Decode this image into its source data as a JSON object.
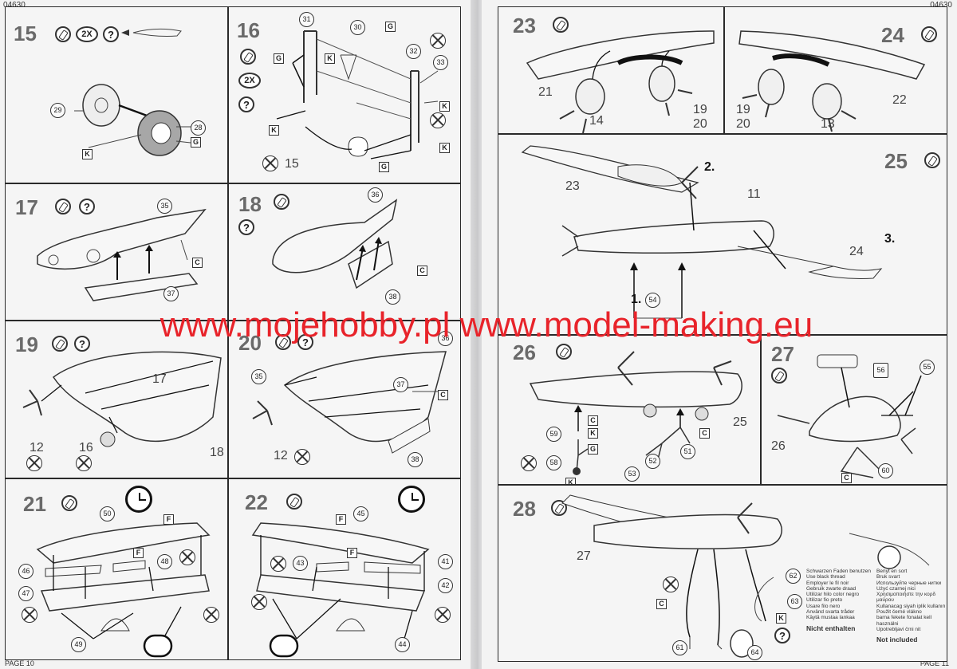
{
  "header": {
    "code_left": "04630",
    "code_right": "04630"
  },
  "footer": {
    "page_left": "PAGE 10",
    "page_right": "PAGE 11"
  },
  "watermark": "www.mojehobby.pl www.model-making.eu",
  "steps": {
    "s15": {
      "num": "15",
      "badge": "2X",
      "parts": [
        "29",
        "28"
      ],
      "tags": [
        "K",
        "G"
      ],
      "noglue_label": ""
    },
    "s16": {
      "num": "16",
      "badge": "2X",
      "parts": [
        "31",
        "30",
        "32",
        "33",
        "15"
      ],
      "tags": [
        "G",
        "K",
        "G",
        "K",
        "K",
        "K",
        "G"
      ]
    },
    "s17": {
      "num": "17",
      "parts": [
        "35",
        "37"
      ],
      "tags": [
        "C"
      ]
    },
    "s18": {
      "num": "18",
      "parts": [
        "36",
        "38"
      ],
      "tags": [
        "C"
      ]
    },
    "s19": {
      "num": "19",
      "parts": [
        "17",
        "12",
        "16",
        "18"
      ]
    },
    "s20": {
      "num": "20",
      "parts": [
        "36",
        "35",
        "37",
        "12",
        "38"
      ],
      "tags": [
        "C"
      ]
    },
    "s21": {
      "num": "21",
      "parts": [
        "50",
        "46",
        "47",
        "48",
        "49"
      ],
      "tags": [
        "F",
        "F"
      ]
    },
    "s22": {
      "num": "22",
      "parts": [
        "45",
        "43",
        "41",
        "42",
        "44"
      ],
      "tags": [
        "F",
        "F"
      ]
    },
    "s23": {
      "num": "23",
      "parts": [
        "21",
        "14",
        "19",
        "20"
      ]
    },
    "s24": {
      "num": "24",
      "parts": [
        "22",
        "19",
        "20",
        "13"
      ]
    },
    "s25": {
      "num": "25",
      "parts": [
        "23",
        "11",
        "24",
        "54"
      ],
      "order": [
        "2.",
        "3.",
        "1."
      ]
    },
    "s26": {
      "num": "26",
      "parts": [
        "25",
        "59",
        "58",
        "53",
        "52",
        "51"
      ],
      "tags": [
        "C",
        "K",
        "G",
        "C",
        "K"
      ]
    },
    "s27": {
      "num": "27",
      "parts": [
        "56",
        "55",
        "26",
        "60"
      ],
      "tags": [
        "C"
      ]
    },
    "s28": {
      "num": "28",
      "parts": [
        "27",
        "62",
        "63",
        "61",
        "64"
      ],
      "tags": [
        "C",
        "K"
      ]
    }
  },
  "thread_note": {
    "col1": [
      "Schwarzen Faden benutzen",
      "Use black thread",
      "Employer le fil noir",
      "Gebruik zwarte draad",
      "Utilizar hilo color negro",
      "Utilizar fio preto",
      "Usare filo nero",
      "Använd svarta tråder",
      "Käytä mustaa lankaa"
    ],
    "col2": [
      "Benyt en sort",
      "Bruk svart",
      "Используйте черные нитки",
      "Użyć czarnej nici",
      "Χρησιμοποιήστε την κορδ μαύρου",
      "Kullanacag siyah iplik kullanın",
      "Použit černé vlákno",
      "barna fekete fonalat kell használni",
      "Upotrebljavi črni nit"
    ],
    "nicht": "Nicht enthalten",
    "not": "Not included"
  }
}
